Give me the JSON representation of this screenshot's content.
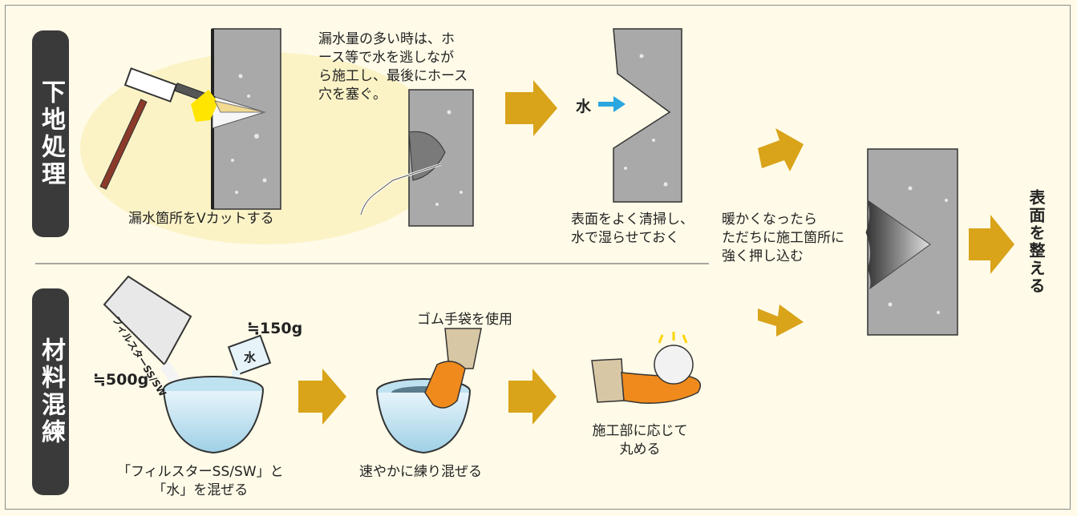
{
  "sections": {
    "prep_title": "下地処理",
    "mix_title": "材料混練"
  },
  "steps": {
    "vcut": "漏水箇所をVカットする",
    "hose_note": [
      "漏水量の多い時は、ホ",
      "ース等で水を逃しなが",
      "ら施工し、最後にホース",
      "穴を塞ぐ。"
    ],
    "clean": [
      "表面をよく清掃し、",
      "水で湿らせておく"
    ],
    "water_label": "水",
    "press": [
      "暖かくなったら",
      "ただちに施工箇所に",
      "強く押し込む"
    ],
    "finish": "表面を整える",
    "mix_label": [
      "「フィルスターSS/SW」と",
      "「水」を混ぜる"
    ],
    "amount_powder": "≒500g",
    "amount_water": "≒150g",
    "bag_text": "フィルスターSS/SW",
    "cup_text": "水",
    "knead": "速やかに練り混ぜる",
    "gloves": "ゴム手袋を使用",
    "roll": [
      "施工部に応じて",
      "丸める"
    ]
  },
  "colors": {
    "arrow": "#d9a31a",
    "wall": "#a9a9a9",
    "ellipse": "#fbf3c6",
    "tag_bg": "#3a3a3a",
    "glove": "#f08a1c",
    "bowl": "#cfe9f5",
    "water_arrow": "#2aa6e0"
  }
}
